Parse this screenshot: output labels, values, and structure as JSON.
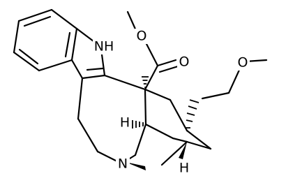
{
  "atoms": {
    "indole_nh": "NH",
    "bridge_n": "N",
    "ester_carbonyl_o": "O",
    "ester_ether_o": "O",
    "side_chain_o": "O",
    "bridgehead_h_left": "H",
    "bridgehead_h_right": "H"
  }
}
